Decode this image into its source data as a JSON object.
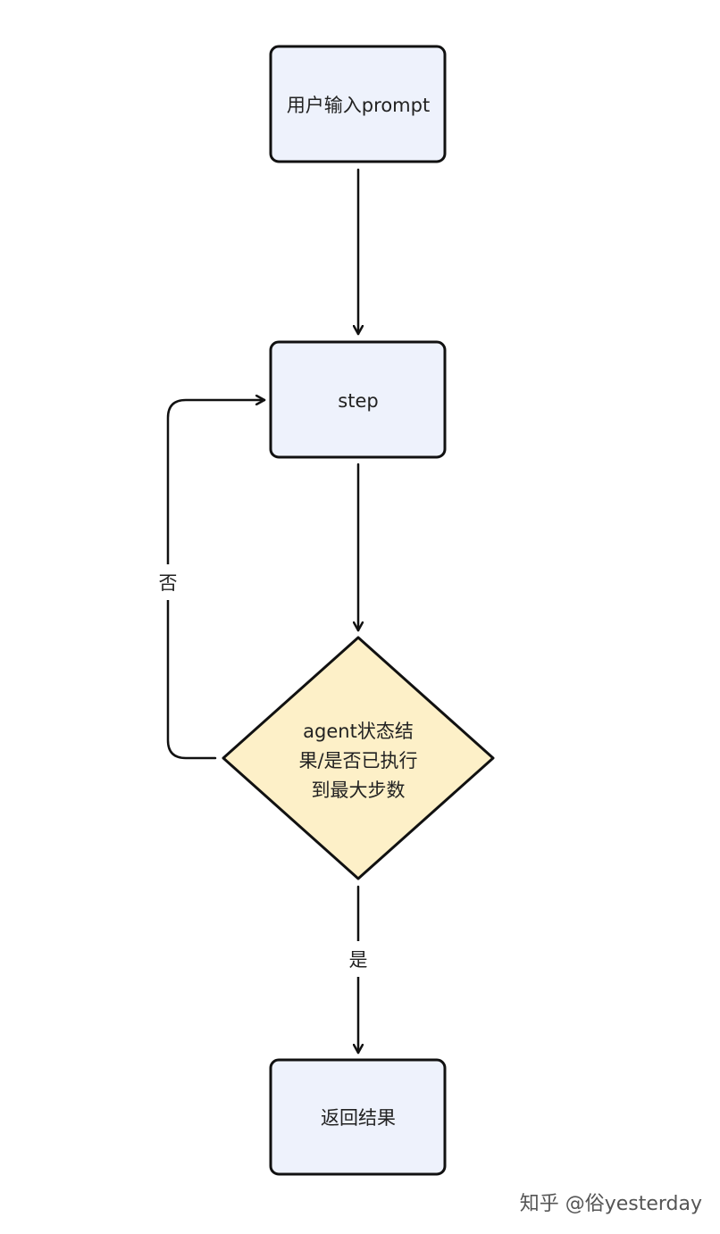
{
  "nodes": {
    "input": {
      "label": "用户输入prompt"
    },
    "step": {
      "label": "step"
    },
    "decision": {
      "lines": [
        "agent状态结",
        "果/是否已执行",
        "到最大步数"
      ]
    },
    "result": {
      "label": "返回结果"
    }
  },
  "edges": {
    "no_label": "否",
    "yes_label": "是"
  },
  "watermark": "知乎 @俗yesterday",
  "colors": {
    "process_fill": "#eef2fc",
    "decision_fill": "#fdf0c8",
    "stroke": "#111111"
  }
}
